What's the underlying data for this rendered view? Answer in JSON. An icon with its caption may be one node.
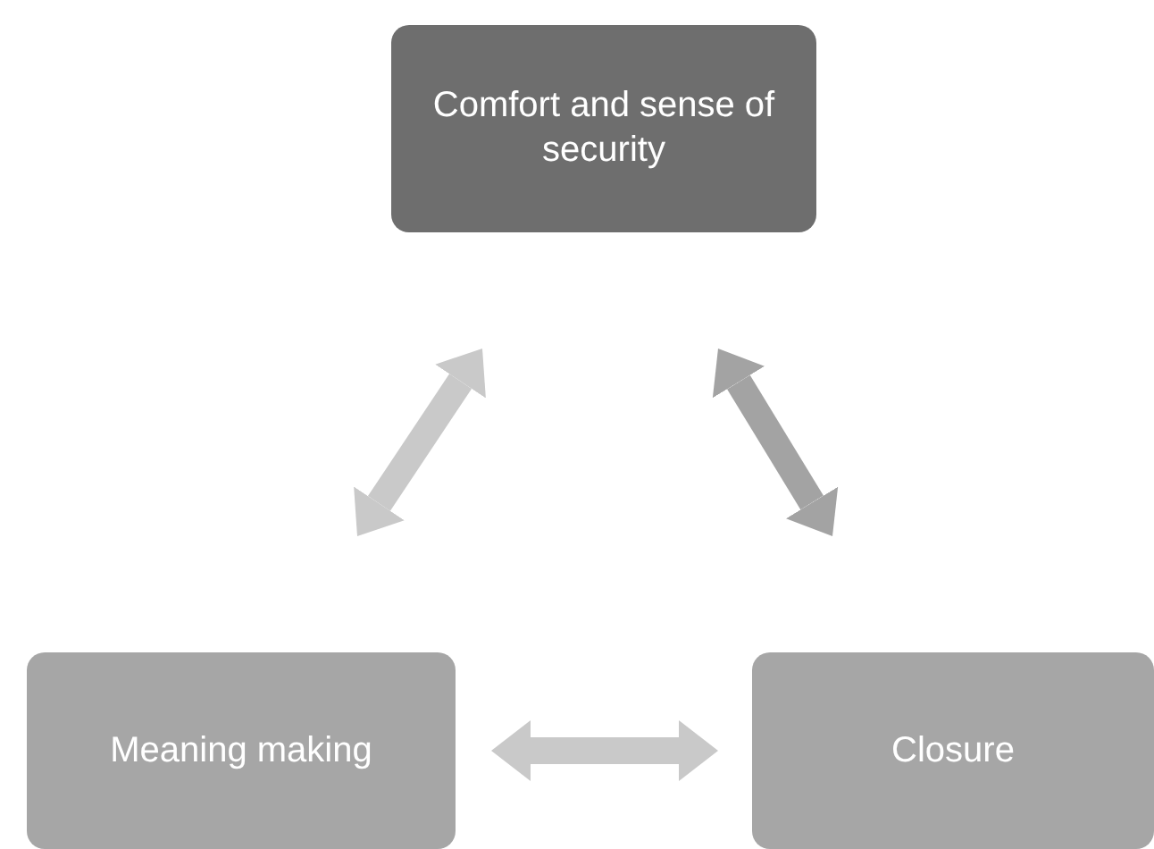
{
  "diagram": {
    "nodes": [
      {
        "text": [
          "Comfort and sense of security"
        ]
      },
      {
        "text": [
          "Meaning making"
        ]
      },
      {
        "text": [
          "Closure"
        ]
      }
    ],
    "edges": [
      {
        "from": 0,
        "to": 1,
        "arrow": "both"
      },
      {
        "from": 0,
        "to": 2,
        "arrow": "both",
        "color": "#a3a3a3"
      },
      {
        "from": 1,
        "to": 2,
        "arrow": "both"
      }
    ]
  }
}
